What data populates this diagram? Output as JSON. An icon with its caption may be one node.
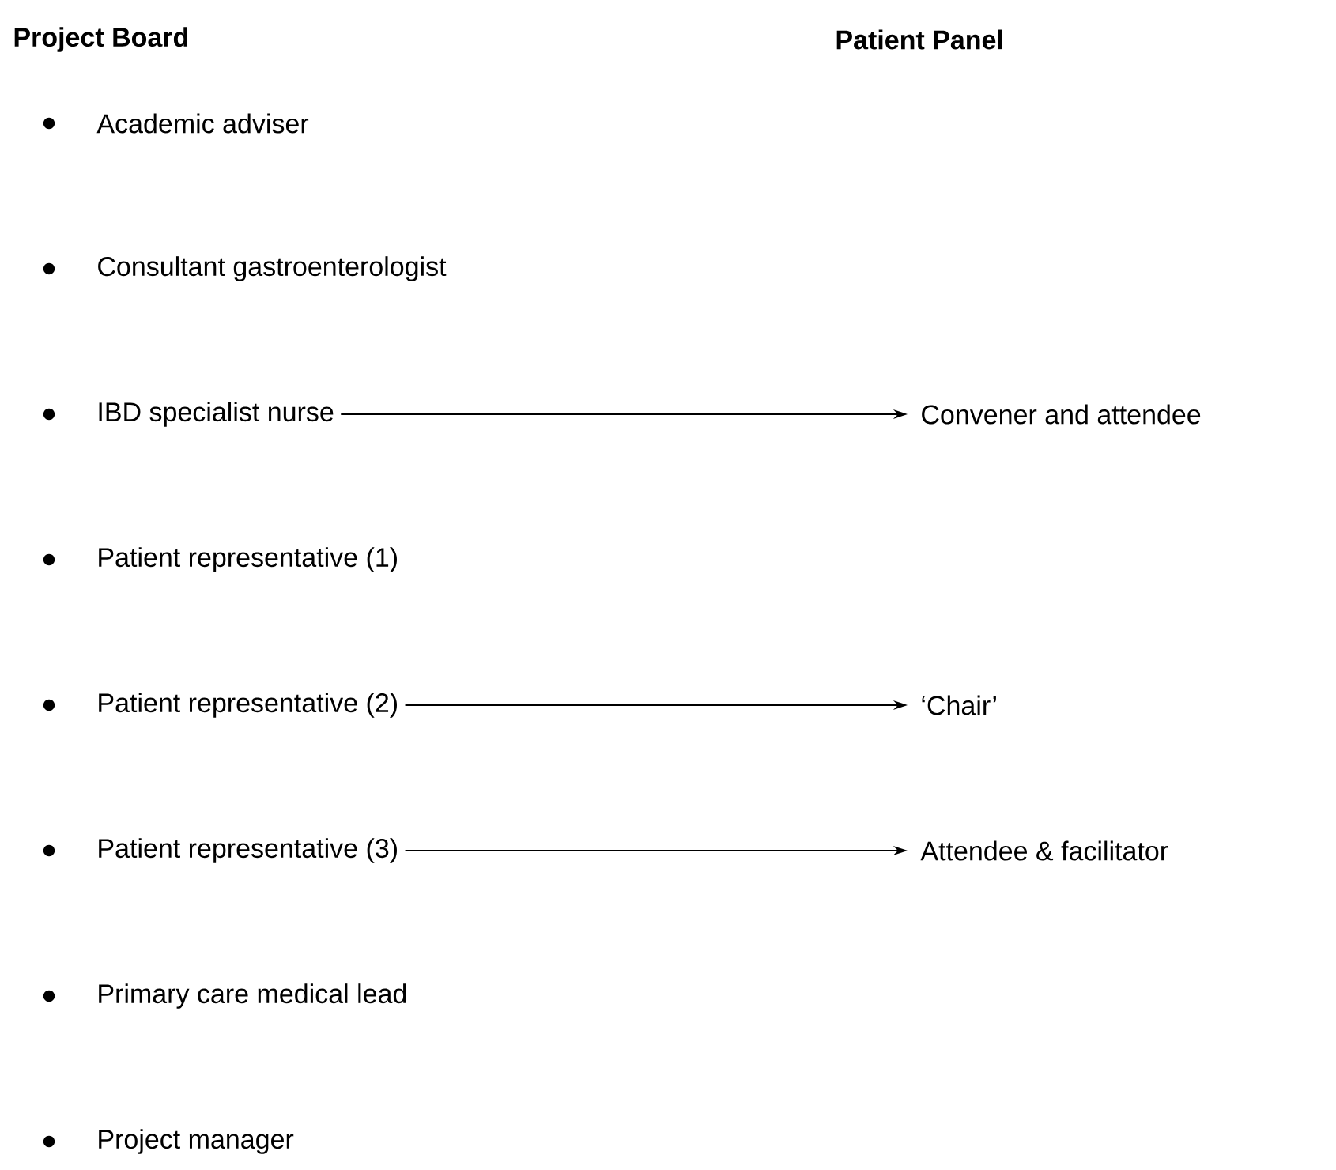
{
  "diagram": {
    "nodes": [
      {
        "text": [
          "Academic adviser"
        ]
      },
      {
        "text": [
          "Consultant gastroenterologist"
        ]
      },
      {
        "text": [
          "IBD specialist nurse"
        ]
      },
      {
        "text": [
          "Patient representative (1)"
        ]
      },
      {
        "text": [
          "Patient representative (2)"
        ]
      },
      {
        "text": [
          "Patient representative (3)"
        ]
      },
      {
        "text": [
          "Primary care medical lead"
        ]
      },
      {
        "text": [
          "Project manager"
        ]
      },
      {
        "text": [
          "Convener and attendee"
        ]
      },
      {
        "text": [
          "‘Chair’"
        ]
      },
      {
        "text": [
          "Attendee & facilitator"
        ]
      }
    ],
    "edges": [
      {
        "from": 2,
        "to": 8,
        "arrow": "to"
      },
      {
        "from": 4,
        "to": 9,
        "arrow": "to"
      },
      {
        "from": 5,
        "to": 10,
        "arrow": "to"
      }
    ],
    "labels": [
      "Project Board",
      "Patient Panel"
    ]
  }
}
